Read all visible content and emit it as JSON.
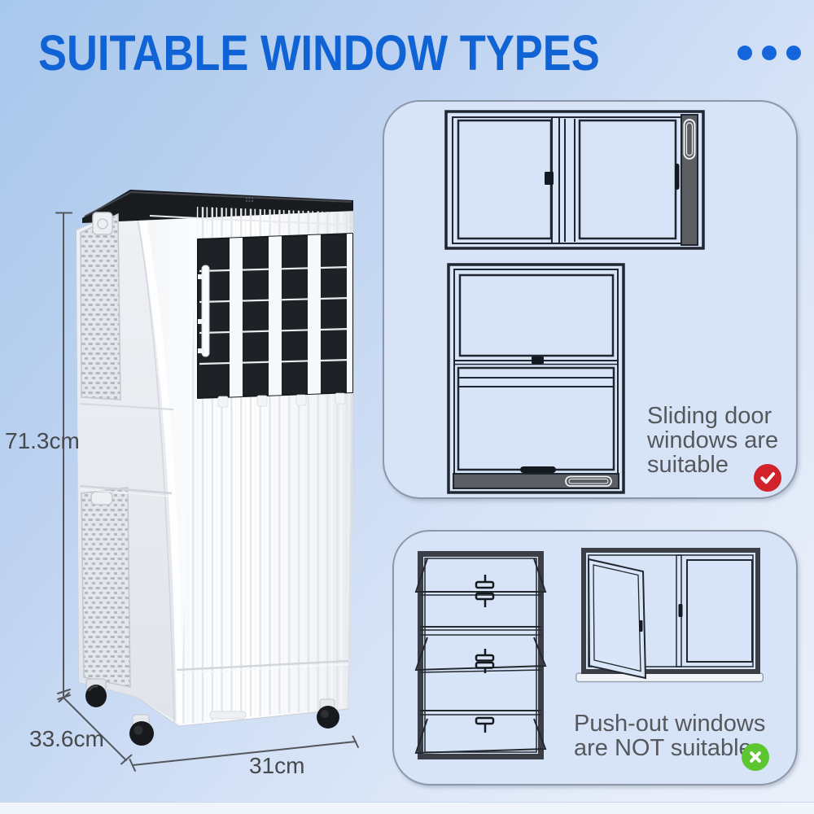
{
  "title": "SUITABLE WINDOW TYPES",
  "decor": {
    "dots_count": "3"
  },
  "product": {
    "type": "portable air conditioner illustration",
    "dimensions": {
      "height": "71.3cm",
      "depth": "33.6cm",
      "width": "31cm"
    }
  },
  "panels": {
    "suitable": {
      "lines": [
        "Sliding door",
        "windows are",
        "suitable"
      ],
      "badge": "check",
      "window_types": [
        "horizontal-sliding-window",
        "vertical-sliding-window"
      ]
    },
    "not_suitable": {
      "lines": [
        "Push-out windows",
        "are NOT suitable"
      ],
      "badge": "cross",
      "window_types": [
        "awning-stack-window",
        "casement-open-window"
      ]
    }
  },
  "colors": {
    "title_blue": "#1063d5",
    "dots_blue": "#1565dd",
    "check_red": "#d2232a",
    "cross_green": "#5bc62f",
    "caption_gray": "#55585c",
    "panel_fill": "#d7e4f8",
    "line_dark": "#1f2630"
  }
}
